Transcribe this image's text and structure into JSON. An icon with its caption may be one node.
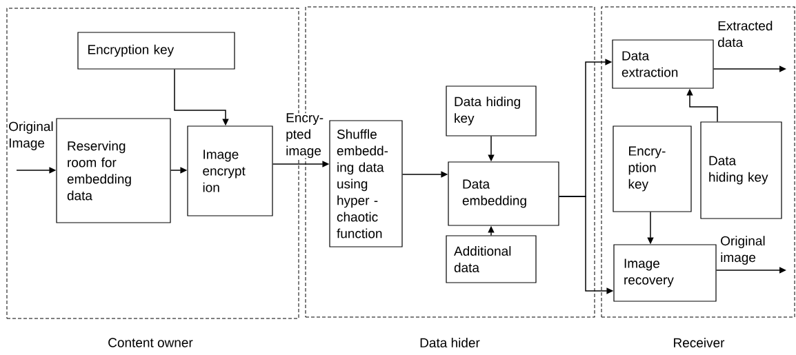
{
  "diagram": {
    "nodes": [
      {
        "text": [
          "Content owner"
        ]
      },
      {
        "text": [
          "Data hider"
        ]
      },
      {
        "text": [
          "Receiver"
        ]
      },
      {
        "text": [
          "Encryption key"
        ],
        "in": 0
      },
      {
        "text": [
          "Reserving room for embedding data"
        ],
        "in": 0
      },
      {
        "text": [
          "Image encrypt ion"
        ],
        "in": 0
      },
      {
        "text": [
          "Shuffle embedd- ing data using hyper - chaotic function"
        ],
        "in": 1
      },
      {
        "text": [
          "Data hiding key"
        ],
        "in": 1
      },
      {
        "text": [
          "Data embedding"
        ],
        "in": 1
      },
      {
        "text": [
          "Additional data"
        ],
        "in": 1
      },
      {
        "text": [
          "Data extraction"
        ],
        "in": 2
      },
      {
        "text": [
          "Data hiding key"
        ],
        "in": 2
      },
      {
        "text": [
          "Encry- ption key"
        ],
        "in": 2
      },
      {
        "text": [
          "Image recovery"
        ],
        "in": 2
      }
    ],
    "edges": [
      {
        "from": null,
        "to": 4,
        "arrow": "to",
        "label": "Original Image"
      },
      {
        "from": 3,
        "to": 5,
        "arrow": "to"
      },
      {
        "from": 4,
        "to": 5,
        "arrow": "to"
      },
      {
        "from": 5,
        "to": 6,
        "arrow": "to",
        "label": "Encry- pted image"
      },
      {
        "from": 6,
        "to": 8,
        "arrow": "to"
      },
      {
        "from": 7,
        "to": 8,
        "arrow": "to"
      },
      {
        "from": 9,
        "to": 8,
        "arrow": "to"
      },
      {
        "from": 8,
        "to": 10,
        "arrow": "to"
      },
      {
        "from": 8,
        "to": 13,
        "arrow": "to"
      },
      {
        "from": 11,
        "to": 10,
        "arrow": "to"
      },
      {
        "from": 12,
        "to": 13,
        "arrow": "to"
      },
      {
        "from": 10,
        "to": null,
        "arrow": "to",
        "label": "Extracted data"
      },
      {
        "from": 13,
        "to": null,
        "arrow": "to",
        "label": "Original image"
      }
    ]
  }
}
